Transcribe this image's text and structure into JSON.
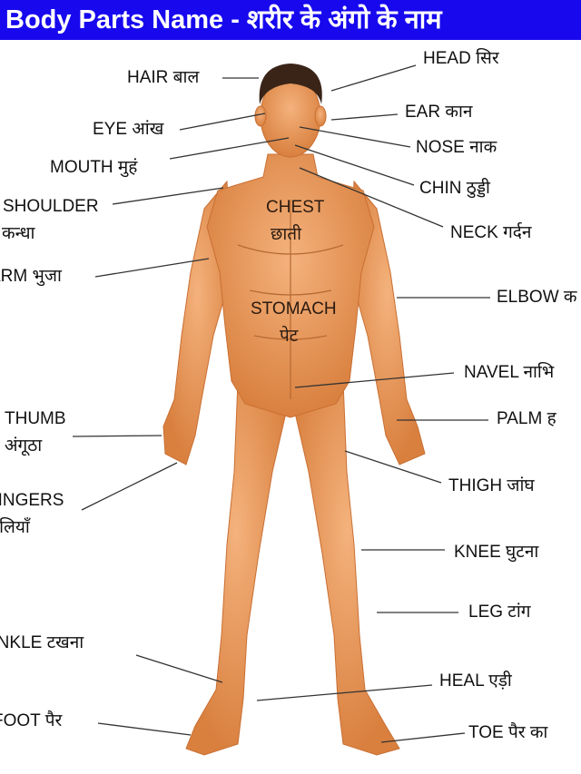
{
  "title": "Body Parts Name - शरीर के अंगो के नाम",
  "labels": {
    "hair": "HAIR बाल",
    "head": "HEAD सिर",
    "eye": "EYE आंख",
    "ear": "EAR कान",
    "mouth": "MOUTH मुहं",
    "nose": "NOSE नाक",
    "chin": "CHIN ठुड्डी",
    "shoulder": "SHOULDER",
    "shoulder_hi": "कन्धा",
    "neck": "NECK गर्दन",
    "chest": "CHEST",
    "chest_hi": "छाती",
    "arm": "ARM भुजा",
    "elbow": "ELBOW क",
    "stomach": "STOMACH",
    "stomach_hi": "पेट",
    "navel": "NAVEL नाभि",
    "thumb": "THUMB",
    "thumb_hi": "अंगूठा",
    "palm": "PALM ह",
    "fingers": "FINGERS",
    "fingers_hi": "उंगलियाँ",
    "thigh": "THIGH  जांघ",
    "knee": "KNEE घुटना",
    "leg": "LEG टांग",
    "ankle": "ANKLE टखना",
    "heal": "HEAL एड़ी",
    "foot": "FOOT पैर",
    "toe": "TOE पैर  का"
  },
  "colors": {
    "title_bg": "#1708ee",
    "skin": "#e8975a",
    "hair": "#3a2418"
  }
}
